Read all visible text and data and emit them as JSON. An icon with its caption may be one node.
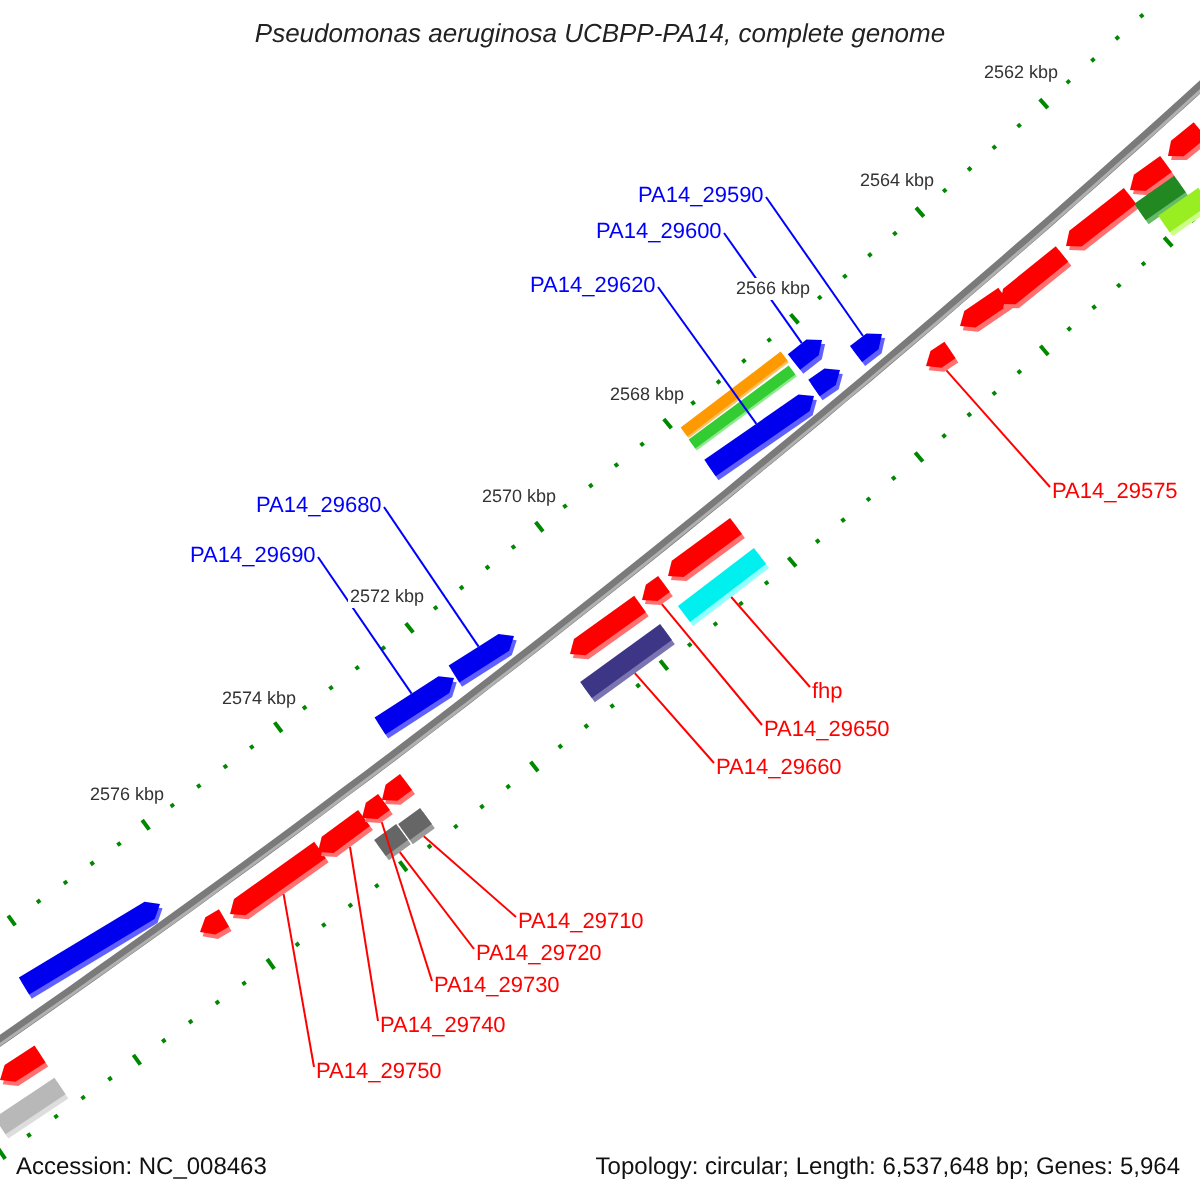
{
  "diagram": {
    "title": "Pseudomonas aeruginosa UCBPP-PA14, complete genome",
    "nodes": [
      {
        "text": [
          "PA14_29590"
        ]
      },
      {
        "text": [
          "PA14_29600"
        ]
      },
      {
        "text": [
          "PA14_29620"
        ]
      },
      {
        "text": [
          "PA14_29575"
        ]
      },
      {
        "text": [
          "PA14_29680"
        ]
      },
      {
        "text": [
          "PA14_29690"
        ]
      },
      {
        "text": [
          "fhp"
        ]
      },
      {
        "text": [
          "PA14_29650"
        ]
      },
      {
        "text": [
          "PA14_29660"
        ]
      },
      {
        "text": [
          "PA14_29710"
        ]
      },
      {
        "text": [
          "PA14_29720"
        ]
      },
      {
        "text": [
          "PA14_29730"
        ]
      },
      {
        "text": [
          "PA14_29740"
        ]
      },
      {
        "text": [
          "PA14_29750"
        ]
      },
      {
        "text": [],
        "shape": "pentagon"
      },
      {
        "text": [],
        "shape": "bar"
      },
      {
        "text": [],
        "shape": "pentagon"
      },
      {
        "text": [],
        "shape": "pentagon"
      },
      {
        "text": [],
        "shape": "pentagon"
      },
      {
        "text": [],
        "shape": "pentagon"
      },
      {
        "text": [],
        "shape": "pentagon"
      },
      {
        "text": [],
        "shape": "bar"
      },
      {
        "text": [],
        "shape": "pentagon"
      },
      {
        "text": [],
        "shape": "pentagon"
      },
      {
        "text": [],
        "shape": "pentagon"
      },
      {
        "text": [],
        "shape": "pentagon"
      },
      {
        "text": [],
        "shape": "bar"
      },
      {
        "text": [],
        "shape": "pentagon"
      },
      {
        "text": [],
        "shape": "pentagon"
      },
      {
        "text": [],
        "shape": "bar"
      },
      {
        "text": [],
        "shape": "bar"
      },
      {
        "text": [],
        "shape": "bar"
      },
      {
        "text": [],
        "shape": "pentagon"
      },
      {
        "text": [],
        "shape": "pentagon"
      },
      {
        "text": [],
        "shape": "pentagon"
      },
      {
        "text": [],
        "shape": "pentagon"
      },
      {
        "text": [],
        "shape": "pentagon"
      },
      {
        "text": [],
        "shape": "pentagon"
      },
      {
        "text": [],
        "shape": "pentagon"
      },
      {
        "text": [],
        "shape": "pentagon"
      },
      {
        "text": [],
        "shape": "pentagon"
      },
      {
        "text": [],
        "shape": "bar"
      },
      {
        "text": [],
        "shape": "pentagon"
      },
      {
        "text": [],
        "shape": "bar"
      },
      {
        "text": [],
        "shape": "bar"
      }
    ],
    "edges": [
      {
        "from": 0,
        "to": 35,
        "arrow": "none",
        "color": "#0000ff"
      },
      {
        "from": 1,
        "to": 33,
        "arrow": "none",
        "color": "#0000ff"
      },
      {
        "from": 2,
        "to": 32,
        "arrow": "none",
        "color": "#0000ff"
      },
      {
        "from": 3,
        "to": 36,
        "arrow": "none"
      },
      {
        "from": 4,
        "to": 24,
        "arrow": "none",
        "color": "#0000ff"
      },
      {
        "from": 5,
        "to": 22,
        "arrow": "none",
        "color": "#0000ff"
      },
      {
        "from": 6,
        "to": 29,
        "arrow": "none"
      },
      {
        "from": 7,
        "to": 27,
        "arrow": "none"
      },
      {
        "from": 8,
        "to": 26,
        "arrow": "none"
      },
      {
        "from": 9,
        "to": 21,
        "arrow": "none"
      },
      {
        "from": 10,
        "to": 44,
        "arrow": "none"
      },
      {
        "from": 11,
        "to": 20,
        "arrow": "none"
      },
      {
        "from": 12,
        "to": 19,
        "arrow": "none"
      },
      {
        "from": 13,
        "to": 18,
        "arrow": "none"
      }
    ],
    "labels": [
      "2562 kbp",
      "2564 kbp",
      "2566 kbp",
      "2568 kbp",
      "2570 kbp",
      "2572 kbp",
      "2574 kbp",
      "2576 kbp",
      "Accession: NC_008463",
      "Topology: circular; Length: 6,537,648 bp; Genes: 5,964"
    ]
  }
}
